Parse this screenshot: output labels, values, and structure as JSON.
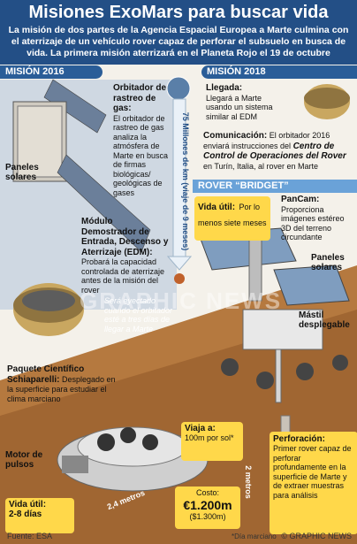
{
  "header": {
    "title": "Misiones ExoMars para buscar vida",
    "subtitle": "La misión de dos partes de la Agencia Espacial Europea a Marte culmina con el aterrizaje de un vehículo rover capaz de perforar el subsuelo en busca de vida. La primera misión aterrizará en el Planeta Rojo el 19 de octubre"
  },
  "bands": {
    "mision2016": "MISIÓN 2016",
    "mision2018": "MISIÓN 2018",
    "rover": "ROVER “BRIDGET”"
  },
  "orbiter": {
    "title": "Orbitador de rastreo de gas:",
    "text": "El orbitador de rastreo de gas analiza la atmósfera de Marte en busca de firmas biológicas/ geológicas de gases"
  },
  "paneles_left": "Paneles solares",
  "edm": {
    "title": "Módulo Demostrador de Entrada, Descenso y Aterrizaje (EDM):",
    "text": "Probará la capacidad controlada de aterrizaje antes de la misión del rover"
  },
  "ejected": "Será eyectado cuando el orbitador esté a tres días de llegar a Marte",
  "schiaparelli": {
    "title": "Paquete Científico Schiaparelli:",
    "text": "Desplegado en la superficie para estudiar el clima marciano"
  },
  "motor": "Motor de pulsos",
  "vida16": {
    "label": "Vida útil:",
    "value": "2-8 días"
  },
  "distance_path": "75 Millones de km (viaje de 9 meses)",
  "llegada": {
    "title": "Llegada:",
    "text": "Llegará a Marte usando un sistema similar al EDM"
  },
  "comunicacion": {
    "title": "Comunicación:",
    "text1": "El orbitador 2016 enviará instrucciones del",
    "italic": "Centro de Control de Operaciones del Rover",
    "text2": "en Turín, Italia, al rover en Marte"
  },
  "vida18": {
    "label": "Vida útil:",
    "value": "Por lo menos siete meses"
  },
  "pancam": {
    "title": "PanCam:",
    "text": "Proporciona imágenes estéreo 3D del terreno circundante"
  },
  "paneles_right": "Paneles solares",
  "mastil": "Mástil desplegable",
  "viaja": {
    "label": "Viaja a:",
    "value": "100m por sol*"
  },
  "costo": {
    "label": "Costo:",
    "value": "€1.200m",
    "alt": "($1.300m)"
  },
  "perforacion": {
    "title": "Perforación:",
    "text": "Primer rover capaz de perforar profundamente en la superficie de Marte y de extraer muestras para análisis"
  },
  "dim_24": "2,4 metros",
  "dim_2": "2 metros",
  "footer": {
    "source": "Fuente: ESA",
    "note": "*Día marciano",
    "credit": "© GRAPHIC NEWS"
  },
  "watermark": "GRAPHIC NEWS",
  "colors": {
    "header": "#234f86",
    "band": "#2a5d98",
    "rover_band": "#6aa2d8",
    "yellow": "#ffd84a",
    "mars": "#b5793f"
  }
}
